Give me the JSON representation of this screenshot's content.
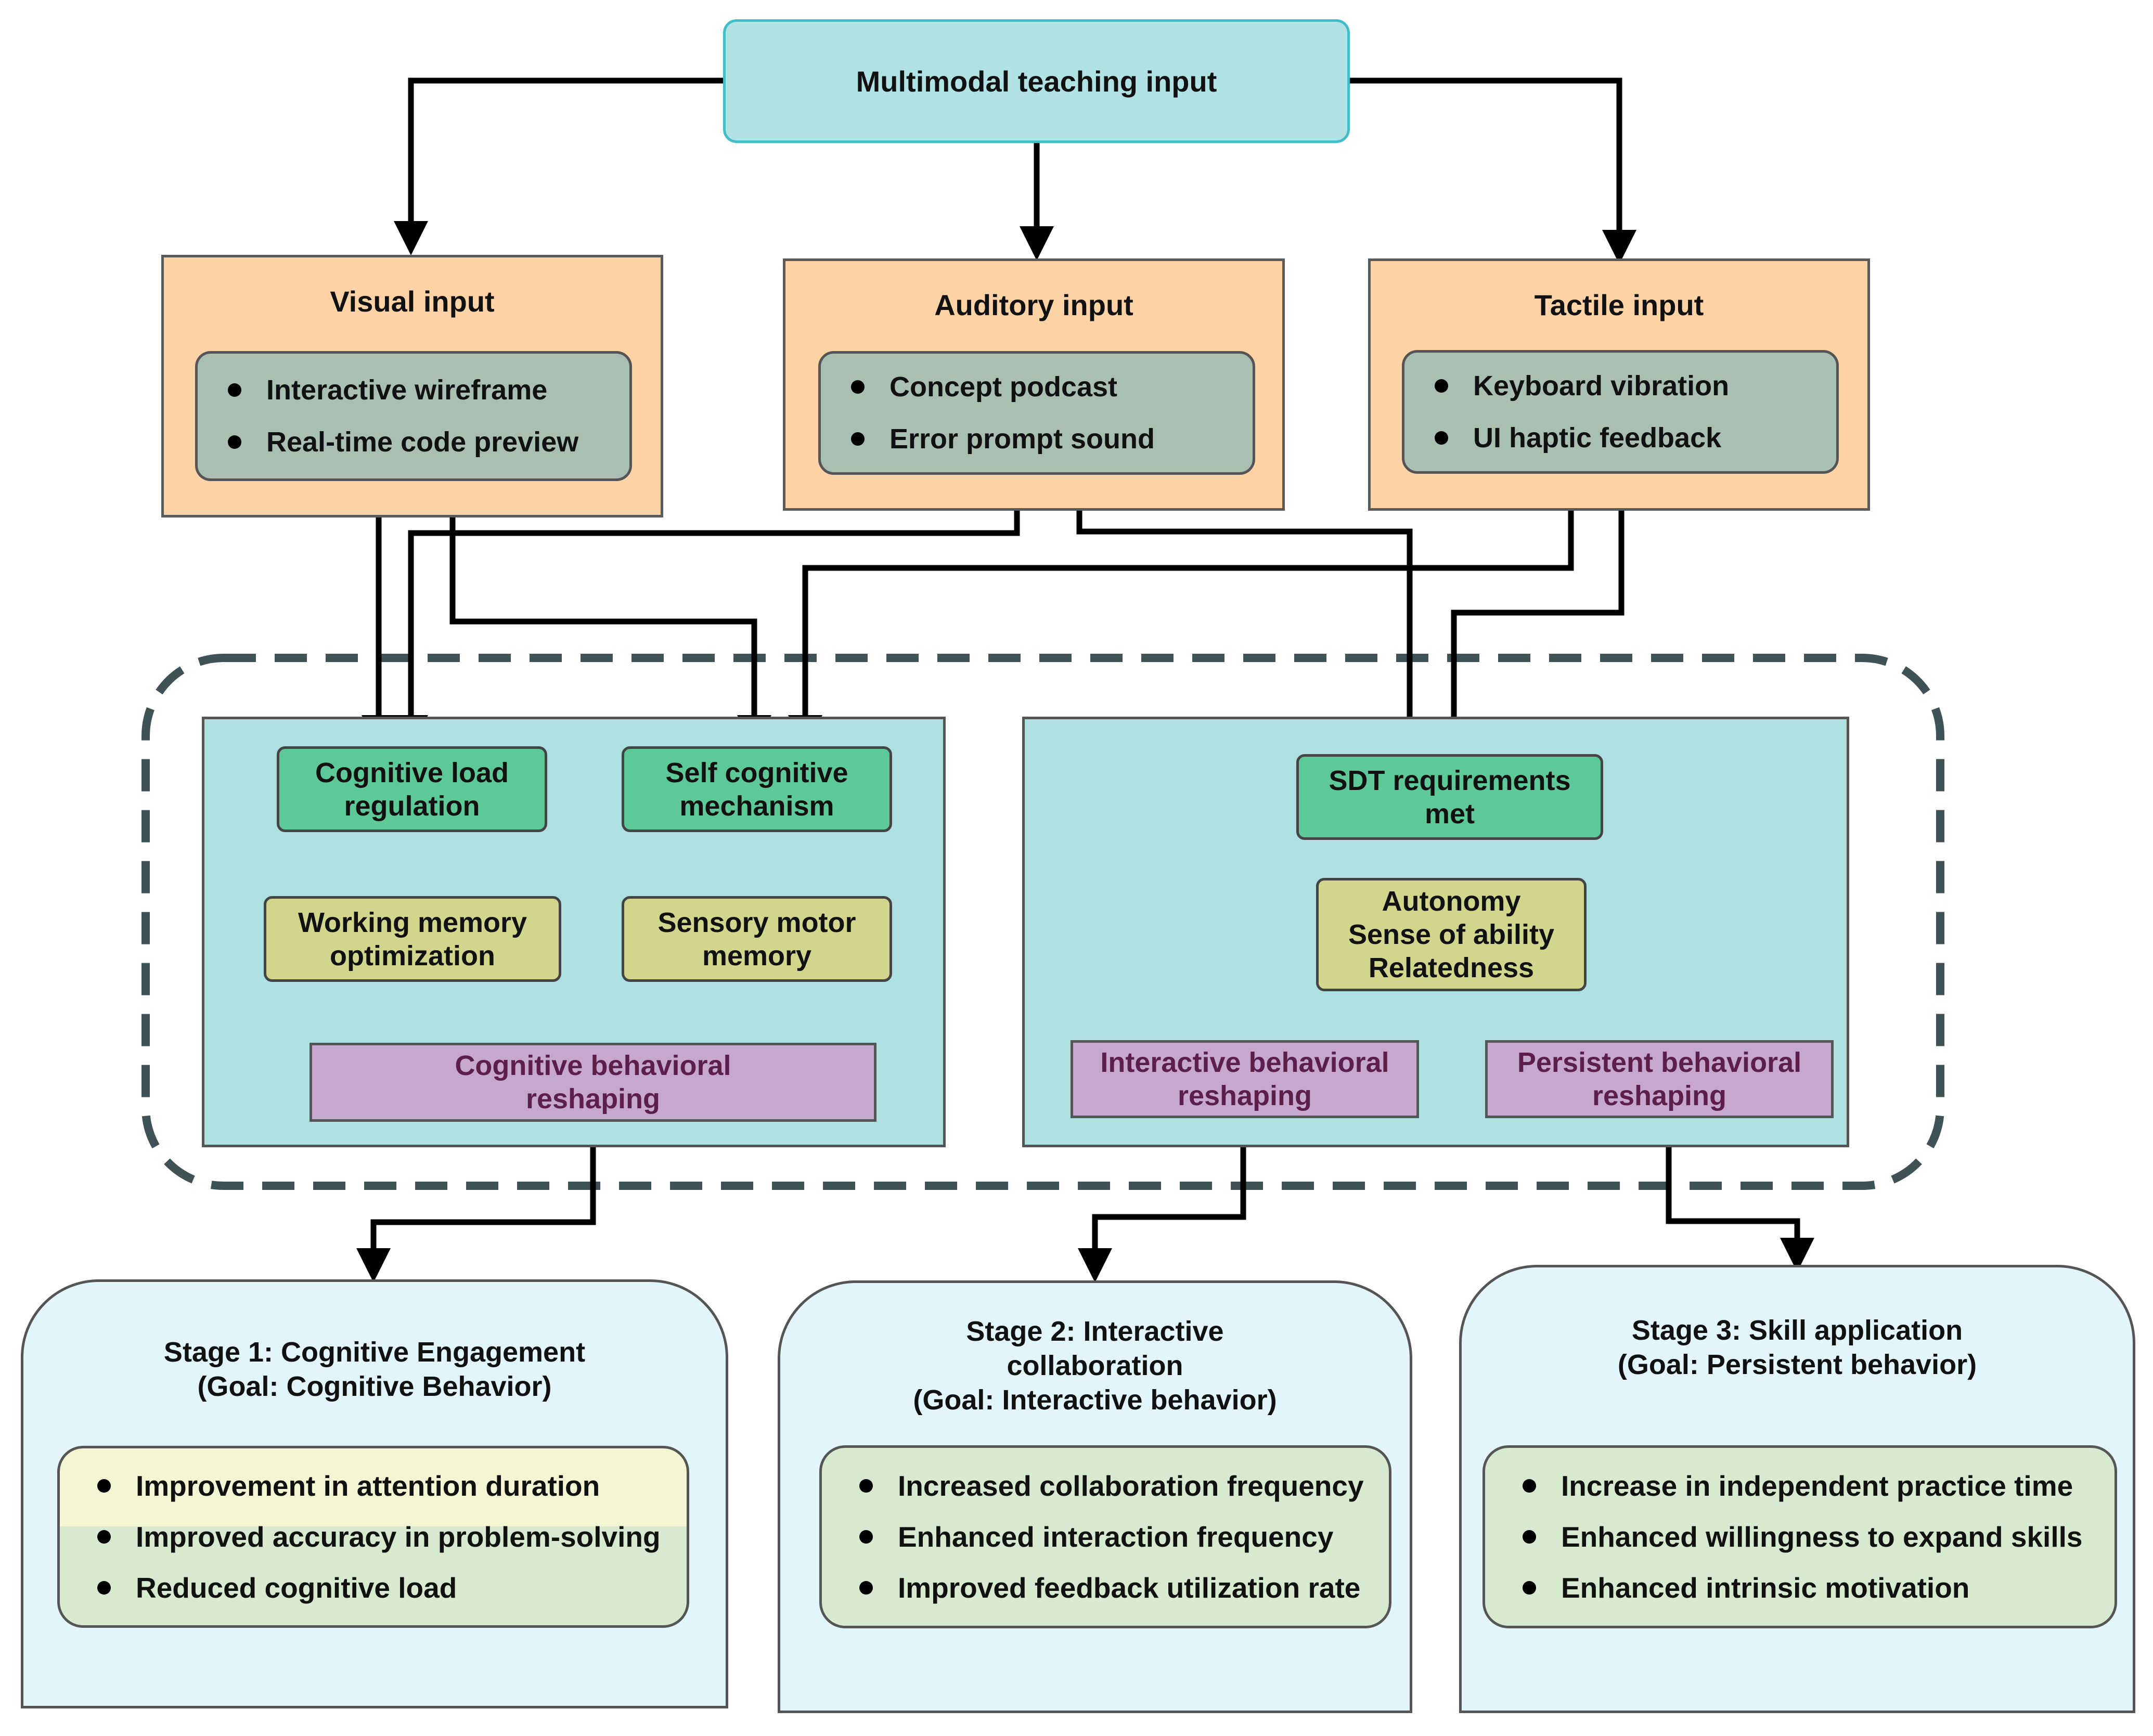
{
  "top": {
    "label": "Multimodal teaching input"
  },
  "inputs": [
    {
      "title": "Visual input",
      "items": [
        "Interactive wireframe",
        "Real-time code preview"
      ]
    },
    {
      "title": "Auditory input",
      "items": [
        "Concept podcast",
        "Error prompt sound"
      ]
    },
    {
      "title": "Tactile input",
      "items": [
        "Keyboard vibration",
        "UI haptic feedback"
      ]
    }
  ],
  "left_panel": {
    "cognitive_load": "Cognitive load regulation",
    "self_cognitive": "Self cognitive mechanism",
    "working_memory": "Working memory optimization",
    "sensory_motor": "Sensory motor memory",
    "reshaping": "Cognitive behavioral reshaping"
  },
  "right_panel": {
    "sdt": "SDT requirements met",
    "needs": [
      "Autonomy",
      "Sense of ability",
      "Relatedness"
    ],
    "interactive": "Interactive behavioral reshaping",
    "persistent": "Persistent behavioral reshaping"
  },
  "stages": [
    {
      "title_lines": [
        "Stage 1: Cognitive Engagement",
        "(Goal: Cognitive Behavior)"
      ],
      "items": [
        "Improvement in attention duration",
        "Improved accuracy in problem-solving",
        "Reduced cognitive load"
      ]
    },
    {
      "title_lines": [
        "Stage 2: Interactive",
        "collaboration",
        "(Goal: Interactive behavior)"
      ],
      "items": [
        "Increased collaboration frequency",
        "Enhanced interaction frequency",
        "Improved feedback utilization rate"
      ]
    },
    {
      "title_lines": [
        "Stage 3: Skill application",
        "(Goal: Persistent behavior)"
      ],
      "items": [
        "Increase in independent practice time",
        "Enhanced willingness to expand skills",
        "Enhanced intrinsic motivation"
      ]
    }
  ],
  "colors": {
    "top_fill": "#b0e2e4",
    "input_fill": "#fdd3a6",
    "panel_fill": "#aee0e2",
    "green": "#5ec998",
    "olive": "#d2d68c",
    "purple": "#c6a7cd",
    "stage_fill": "#e2f5fb"
  }
}
